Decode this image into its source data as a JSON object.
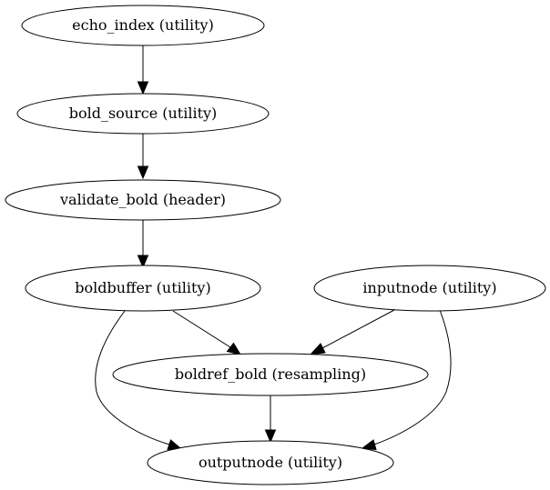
{
  "diagram": {
    "nodes": [
      {
        "id": "echo_index",
        "label": "echo_index (utility)"
      },
      {
        "id": "bold_source",
        "label": "bold_source (utility)"
      },
      {
        "id": "validate_bold",
        "label": "validate_bold (header)"
      },
      {
        "id": "boldbuffer",
        "label": "boldbuffer (utility)"
      },
      {
        "id": "inputnode",
        "label": "inputnode (utility)"
      },
      {
        "id": "boldref_bold",
        "label": "boldref_bold (resampling)"
      },
      {
        "id": "outputnode",
        "label": "outputnode (utility)"
      }
    ],
    "edges": [
      {
        "from": "echo_index",
        "to": "bold_source"
      },
      {
        "from": "bold_source",
        "to": "validate_bold"
      },
      {
        "from": "validate_bold",
        "to": "boldbuffer"
      },
      {
        "from": "boldbuffer",
        "to": "boldref_bold"
      },
      {
        "from": "boldbuffer",
        "to": "outputnode"
      },
      {
        "from": "inputnode",
        "to": "boldref_bold"
      },
      {
        "from": "inputnode",
        "to": "outputnode"
      },
      {
        "from": "boldref_bold",
        "to": "outputnode"
      }
    ]
  }
}
